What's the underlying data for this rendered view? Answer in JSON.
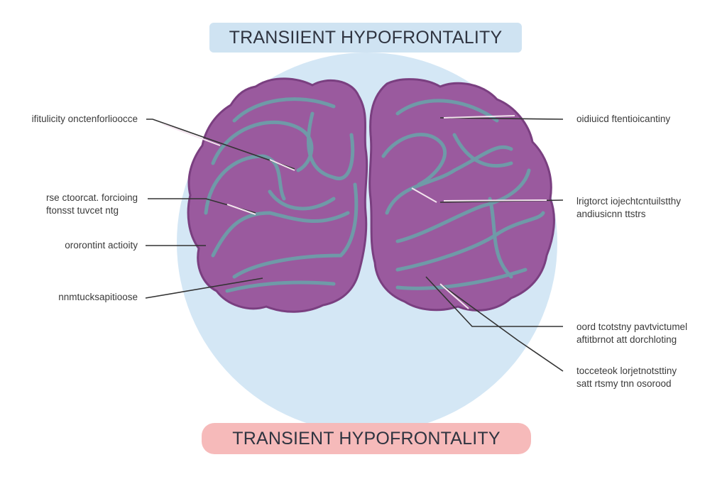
{
  "title_top": "TRANSIIENT HYPOFRONTALITY",
  "title_bottom": "TRANSIENT HYPOFRONTALITY",
  "left_labels": [
    [
      "ifitulicity onctenforlioocce"
    ],
    [
      "rse ctoorcat. forcioing",
      "ftonsst tuvcet ntg"
    ],
    [
      "ororontint actioity"
    ],
    [
      "nnmtucksapitioose"
    ]
  ],
  "right_labels": [
    [
      "oidiuicd ftentioicantiny"
    ],
    [
      "lrigtorct iojechtcntuilstthy",
      "andiusicnn ttstrs"
    ],
    [
      "oord tcotstny pavtvictumel",
      "aftitbrnot att dorchloting"
    ],
    [
      "tocceteok lorjetnotsttiny",
      "satt rtsmy tnn osorood"
    ]
  ],
  "colors": {
    "brain": "#9a5a9e",
    "brain_outline": "#7a3f80",
    "sulci": "#6f9aa8",
    "circle": "#d4e7f5",
    "title_top_bg": "#cfe3f2",
    "title_bottom_bg": "#f6baba"
  }
}
